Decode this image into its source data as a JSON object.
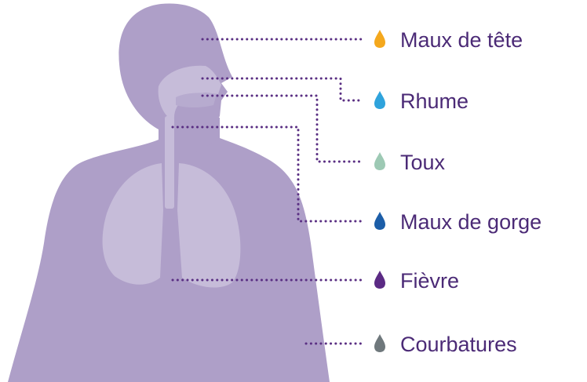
{
  "colors": {
    "body": "#ae9fc8",
    "organ": "#c6bcd9",
    "organ_dark": "#b7abcf",
    "leader": "#5a2f83",
    "text": "#4b2a76"
  },
  "symptoms": [
    {
      "id": "headache",
      "label": "Maux de tête",
      "icon": "drop-icon",
      "color": "#f4a81d"
    },
    {
      "id": "cold",
      "label": "Rhume",
      "icon": "drop-icon",
      "color": "#2fa3dc"
    },
    {
      "id": "cough",
      "label": "Toux",
      "icon": "drop-icon",
      "color": "#9dc9b4"
    },
    {
      "id": "sorethroat",
      "label": "Maux de gorge",
      "icon": "drop-icon",
      "color": "#1c5ea8"
    },
    {
      "id": "fever",
      "label": "Fièvre",
      "icon": "drop-icon",
      "color": "#5b2a84"
    },
    {
      "id": "aches",
      "label": "Courbatures",
      "icon": "drop-icon",
      "color": "#6f787c"
    }
  ]
}
